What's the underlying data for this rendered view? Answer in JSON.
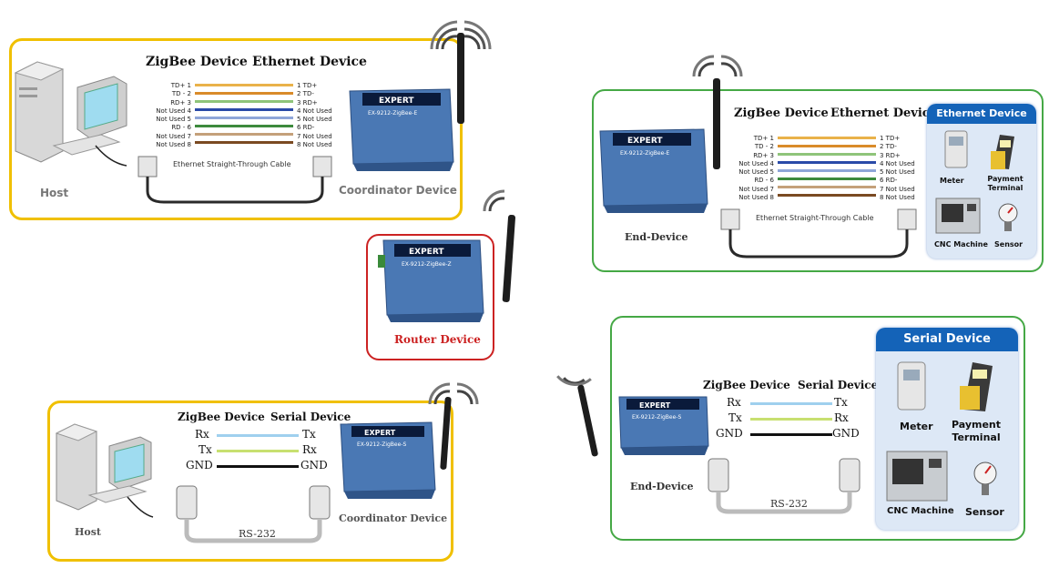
{
  "colors": {
    "yellow_border": "#f0c000",
    "green_border": "#45a845",
    "red_border": "#cc2222",
    "device_blue": "#3e6da8",
    "panel_blue": "#1463b8"
  },
  "top_left": {
    "zigbee_label": "ZigBee Device",
    "ethernet_label": "Ethernet Device",
    "left_pins": [
      "TD+ 1",
      "TD - 2",
      "RD+ 3",
      "Not Used 4",
      "Not Used 5",
      "RD - 6",
      "Not Used 7",
      "Not Used 8"
    ],
    "right_pins": [
      "1 TD+",
      "2 TD-",
      "3 RD+",
      "4 Not Used",
      "5 Not Used",
      "6 RD-",
      "7 Not Used",
      "8 Not Used"
    ],
    "cable_label": "Ethernet Straight-Through Cable",
    "host_label": "Host",
    "device_label": "Coordinator Device",
    "device_brand": "EXPERT",
    "device_model": "EX-9212-ZigBee-E"
  },
  "router": {
    "label": "Router Device",
    "device_brand": "EXPERT",
    "device_model": "EX-9212-ZigBee-Z"
  },
  "top_right": {
    "zigbee_label": "ZigBee Device",
    "ethernet_label": "Ethernet Device",
    "left_pins": [
      "TD+ 1",
      "TD - 2",
      "RD+ 3",
      "Not Used 4",
      "Not Used 5",
      "RD - 6",
      "Not Used 7",
      "Not Used 8"
    ],
    "right_pins": [
      "1 TD+",
      "2 TD-",
      "3 RD+",
      "4 Not Used",
      "5 Not Used",
      "6 RD-",
      "7 Not Used",
      "8 Not Used"
    ],
    "cable_label": "Ethernet Straight-Through Cable",
    "device_label": "End-Device",
    "device_brand": "EXPERT",
    "device_model": "EX-9212-ZigBee-E",
    "panel_title": "Ethernet Device",
    "items": [
      "Meter",
      "Payment Terminal",
      "CNC Machine",
      "Sensor"
    ]
  },
  "bottom_left": {
    "zigbee_label": "ZigBee Device",
    "serial_label": "Serial Device",
    "left_signals": [
      "Rx",
      "Tx",
      "GND"
    ],
    "right_signals": [
      "Tx",
      "Rx",
      "GND"
    ],
    "cable_label": "RS-232",
    "host_label": "Host",
    "device_label": "Coordinator Device",
    "device_brand": "EXPERT",
    "device_model": "EX-9212-ZigBee-S"
  },
  "bottom_right": {
    "zigbee_label": "ZigBee Device",
    "serial_label": "Serial Device",
    "left_signals": [
      "Rx",
      "Tx",
      "GND"
    ],
    "right_signals": [
      "Tx",
      "Rx",
      "GND"
    ],
    "cable_label": "RS-232",
    "device_label": "End-Device",
    "device_brand": "EXPERT",
    "device_model": "EX-9212-ZigBee-S",
    "panel_title": "Serial Device",
    "items": [
      "Meter",
      "Payment Terminal",
      "CNC Machine",
      "Sensor"
    ]
  }
}
